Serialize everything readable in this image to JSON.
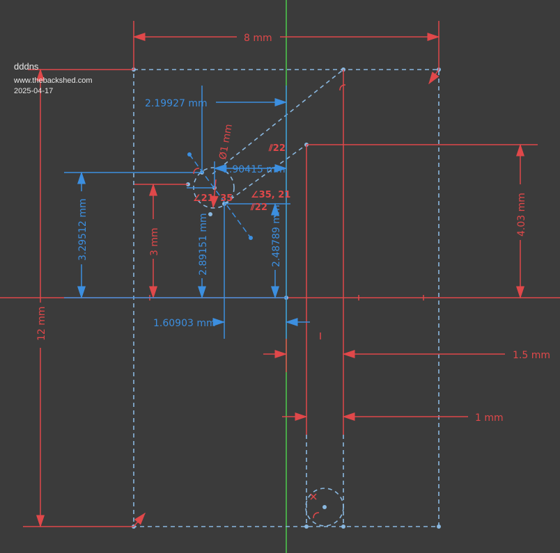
{
  "watermark": {
    "title": "dddns",
    "site": "www.thebackshed.com",
    "date": "2025-04-17"
  },
  "dimensions": {
    "width_total": "8 mm",
    "height_total": "12 mm",
    "d_2_19927": "2.19927 mm",
    "diameter": "Ø1 mm",
    "d_1_90415": "1.90415 mm",
    "d_3_29512": "3.29512 mm",
    "d_3": "3 mm",
    "d_2_89151": "2.89151 mm",
    "d_2_48789": "2.48789 mm",
    "d_4_03": "4.03 mm",
    "d_1_60903": "1.60903 mm",
    "d_1_5": "1.5 mm",
    "d_1": "1 mm"
  },
  "constraints": {
    "parallel_a": "⫽22",
    "parallel_b": "⫽22",
    "angle_a": "∠35, 21",
    "angle_b": "∠21, 35"
  },
  "colors": {
    "background": "#3b3b3b",
    "dimension": "#e0484a",
    "reference": "#3c8fe0",
    "geometry": "#8ab8e0",
    "axis_v": "#4cc44c"
  }
}
